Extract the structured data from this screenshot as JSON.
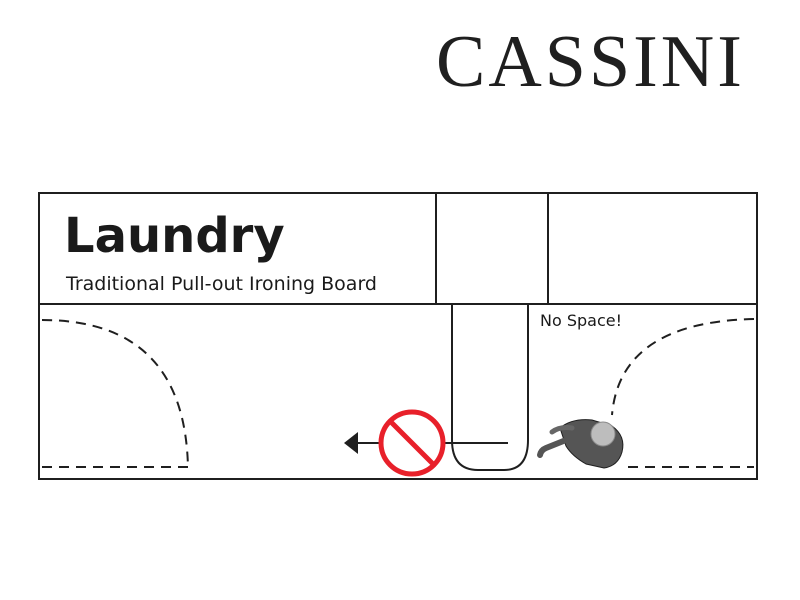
{
  "brand": {
    "logo_text": "CASSINI"
  },
  "room": {
    "title": "Laundry",
    "subtitle": "Traditional Pull-out Ironing Board"
  },
  "callouts": {
    "no_space": "No Space!"
  },
  "icons": {
    "prohibition": "prohibition-icon",
    "person": "person-icon",
    "arrow": "arrow-left-icon"
  },
  "colors": {
    "line": "#1f1f1f",
    "prohibition": "#e8202a",
    "person_dark": "#555555",
    "person_head": "#bdbdbd"
  }
}
